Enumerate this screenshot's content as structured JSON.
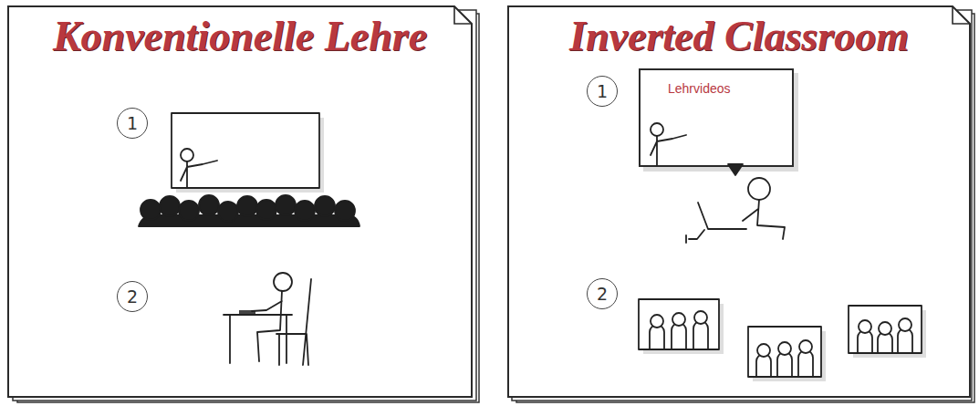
{
  "diagram": {
    "nodes": [
      {
        "text": [
          "Konventionelle Lehre"
        ]
      },
      {
        "text": [
          "1"
        ],
        "in": 0
      },
      {
        "text": [
          "2"
        ],
        "in": 0
      },
      {
        "text": [
          "Inverted Classroom"
        ]
      },
      {
        "text": [
          "1"
        ],
        "in": 3
      },
      {
        "text": [
          "Lehrvideos"
        ],
        "in": 3
      },
      {
        "text": [
          "2"
        ],
        "in": 3
      }
    ]
  }
}
